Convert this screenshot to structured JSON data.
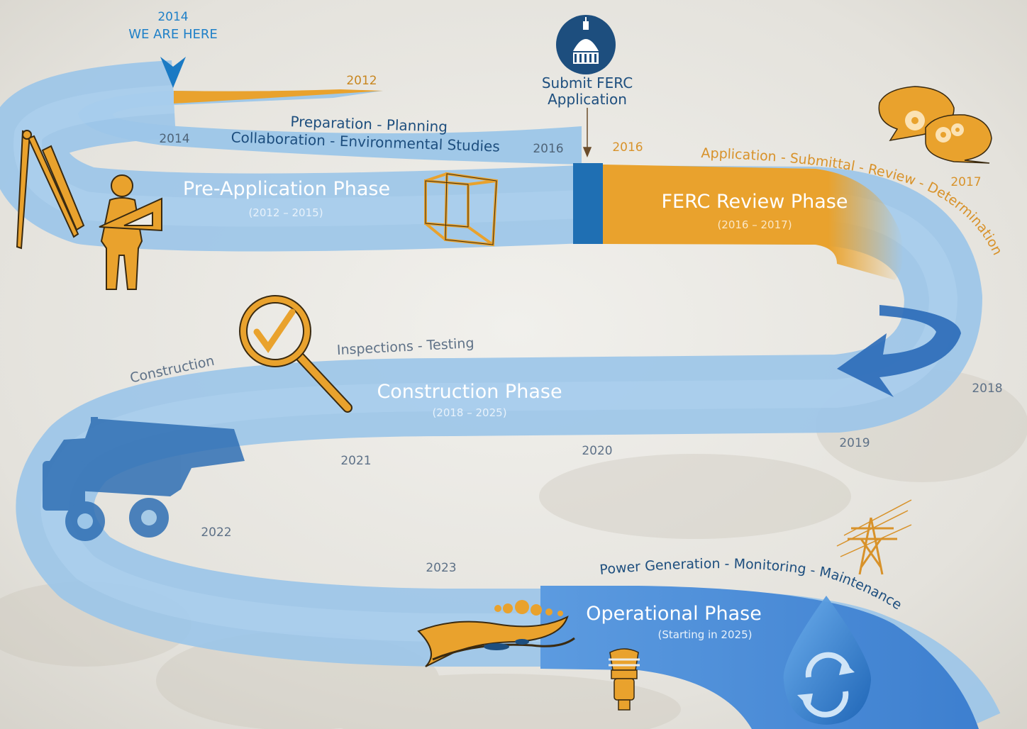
{
  "marker": {
    "year": "2014",
    "text": "WE ARE HERE"
  },
  "milestone": {
    "label_line1": "Submit FERC",
    "label_line2": "Application"
  },
  "years": {
    "y2012": "2012",
    "y2014": "2014",
    "y2016_blue": "2016",
    "y2016_orange": "2016",
    "y2017": "2017",
    "y2018": "2018",
    "y2019": "2019",
    "y2020": "2020",
    "y2021": "2021",
    "y2022": "2022",
    "y2023": "2023"
  },
  "activities": {
    "pre_line1": "Preparation - Planning",
    "pre_line2": "Collaboration - Environmental Studies",
    "ferc": "Application - Submittal - Review - Determination",
    "inspections": "Inspections - Testing",
    "construction": "Construction",
    "power": "Power Generation - Monitoring - Maintenance"
  },
  "phases": [
    {
      "name": "Pre-Application Phase",
      "dates": "(2012 – 2015)"
    },
    {
      "name": "FERC Review Phase",
      "dates": "(2016 – 2017)"
    },
    {
      "name": "Construction Phase",
      "dates": "(2018 – 2025)"
    },
    {
      "name": "Operational Phase",
      "dates": "(Starting in 2025)"
    }
  ],
  "colors": {
    "road_blue": "#9cc6e8",
    "deep_blue": "#1f6fb3",
    "navy": "#1d4e7e",
    "orange": "#e9a22d",
    "gray_text": "#5e7187"
  }
}
